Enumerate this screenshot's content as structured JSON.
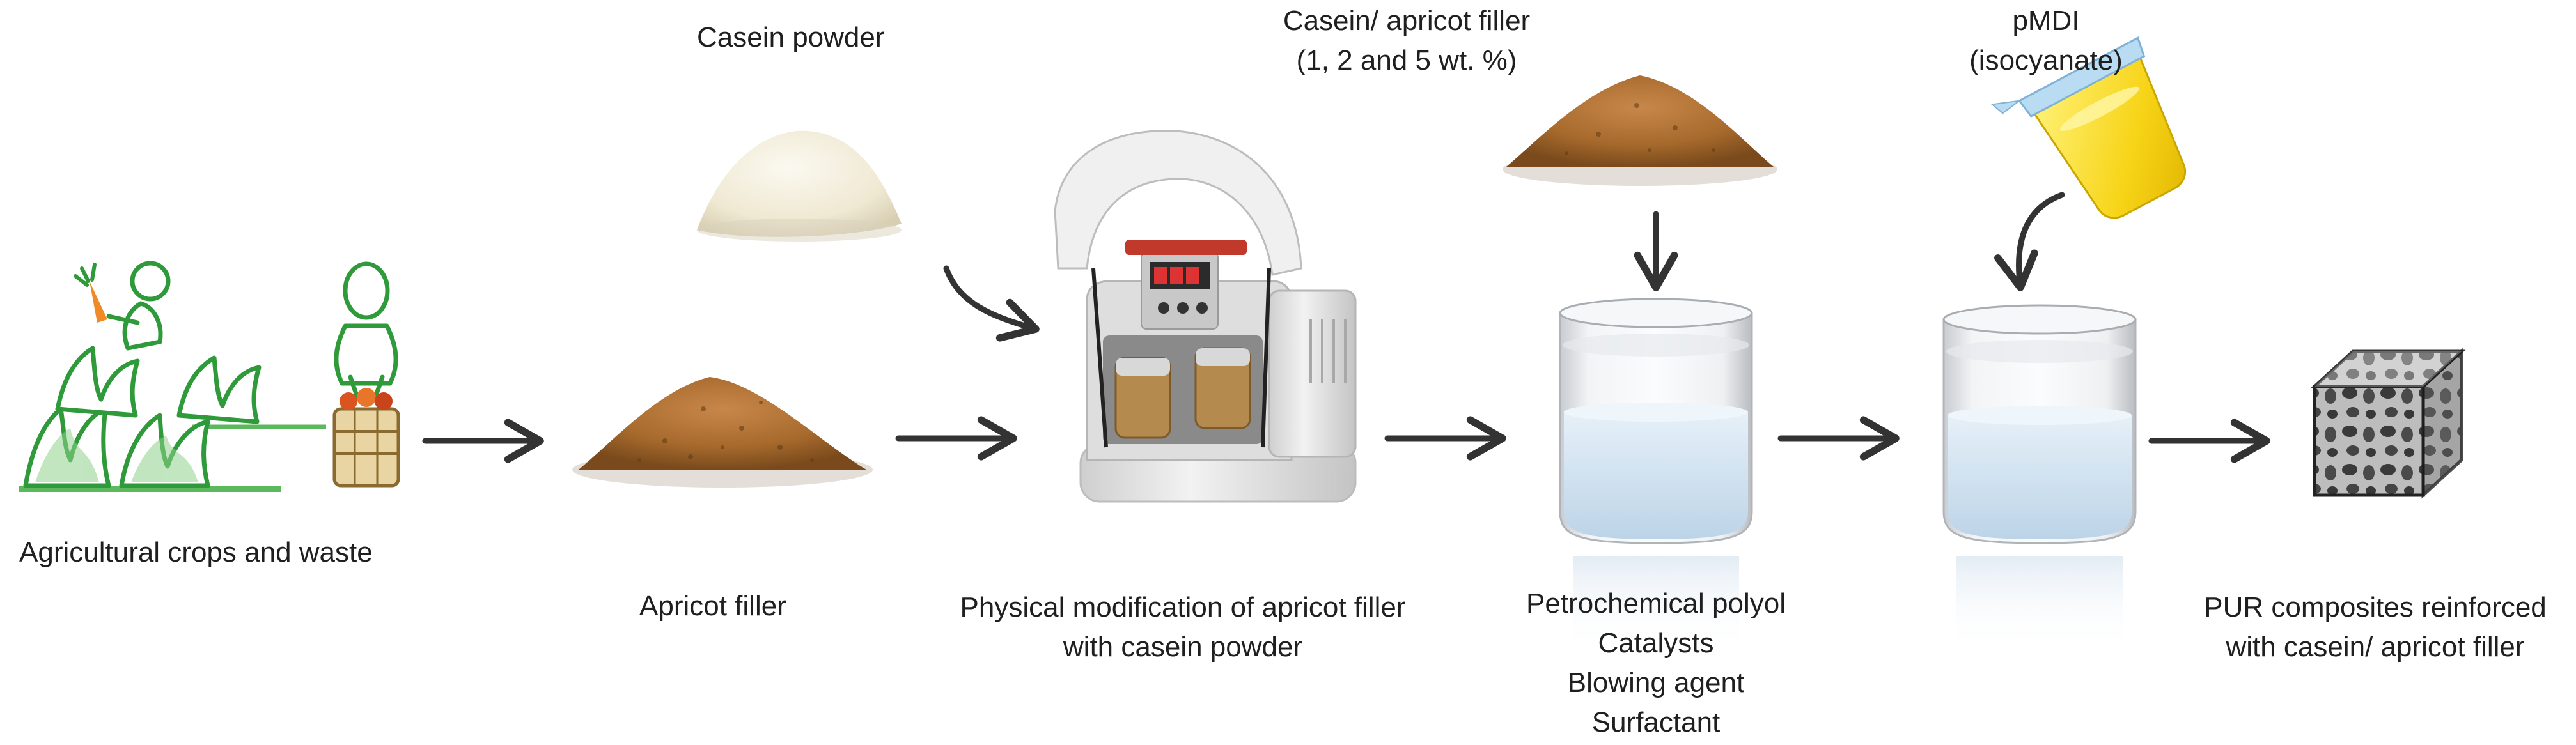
{
  "labels": {
    "agricultural": "Agricultural crops and waste",
    "apricot_filler": "Apricot filler",
    "casein_powder": "Casein powder",
    "physical_mod_line1": "Physical modification of apricot filler",
    "physical_mod_line2": "with casein powder",
    "casein_apricot_filler_line1": "Casein/ apricot filler",
    "casein_apricot_filler_line2": "(1, 2 and 5 wt. %)",
    "polyol_components": [
      "Petrochemical polyol",
      "Catalysts",
      "Blowing agent",
      "Surfactant"
    ],
    "pmdi_line1": "pMDI",
    "pmdi_line2": "(isocyanate)",
    "pur_line1": "PUR composites reinforced",
    "pur_line2": "with casein/ apricot filler"
  },
  "colors": {
    "arrow": "#333333",
    "plant_green": "#5cb85c",
    "filler_brown": "#a86b2d",
    "casein_cream": "#f3efdf",
    "beaker_liquid": "#cfe3f3",
    "isocyanate_yellow": "#f7d417",
    "mill_body": "#e6e6e6"
  },
  "icons": [
    "farmer-plants-icon",
    "filler-pile-icon",
    "casein-powder-icon",
    "ball-mill-icon",
    "beaker-icon",
    "isocyanate-cup-icon",
    "foam-cube-icon"
  ]
}
